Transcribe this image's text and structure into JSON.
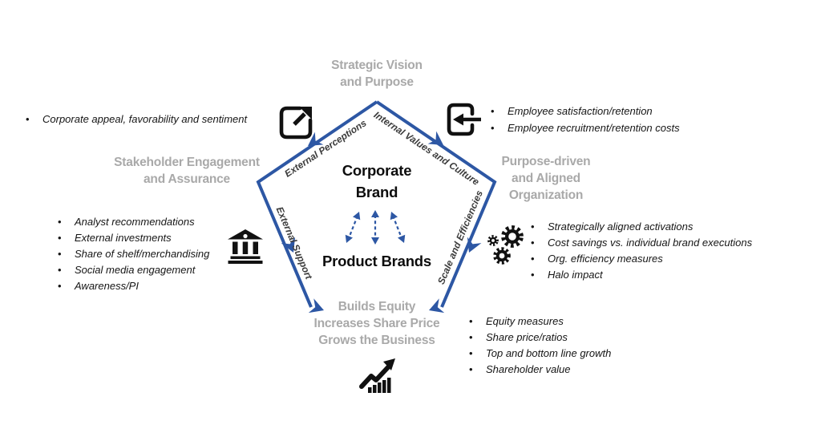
{
  "title": "Corporate brand pentagon diagram",
  "headings": {
    "top": "Strategic Vision\nand Purpose",
    "left": "Stakeholder Engagement\nand Assurance",
    "right": "Purpose-driven\nand Aligned\nOrganization",
    "bottom": "Builds Equity\nIncreases Share Price\nGrows the Business"
  },
  "center": {
    "corporate_brand": "Corporate\nBrand",
    "product_brands": "Product Brands"
  },
  "edges": {
    "upper_left": "External Perceptions",
    "upper_right": "Internal Values and Culture",
    "lower_left": "External Support",
    "lower_right": "Scale and Efficiencies"
  },
  "bullets": {
    "top_left": {
      "items": [
        "Corporate appeal, favorability and sentiment"
      ]
    },
    "top_right": {
      "items": [
        "Employee satisfaction/retention",
        "Employee recruitment/retention costs"
      ]
    },
    "left": {
      "items": [
        "Analyst recommendations",
        "External investments",
        "Share of shelf/merchandising",
        "Social media engagement",
        "Awareness/PI"
      ]
    },
    "right": {
      "items": [
        "Strategically aligned activations",
        "Cost savings vs. individual brand executions",
        "Org. efficiency measures",
        "Halo impact"
      ]
    },
    "bottom_right": {
      "items": [
        "Equity measures",
        "Share price/ratios",
        "Top and bottom line growth",
        "Shareholder value"
      ]
    }
  },
  "icons": {
    "top_left": "external-link-icon",
    "top_right": "import-arrow-icon",
    "left": "bank-icon",
    "right": "gears-icon",
    "bottom": "growth-chart-icon"
  },
  "colors": {
    "pentagon_blue": "#2d57a4",
    "heading_gray": "#a9a9a9",
    "text_black": "#151515",
    "icon_black": "#111111"
  }
}
